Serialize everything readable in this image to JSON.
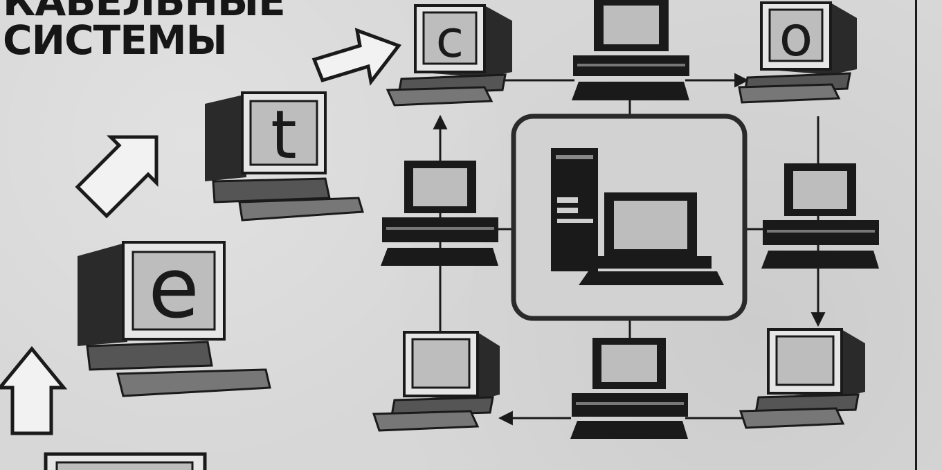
{
  "page": {
    "title_line1": "КАБЕЛЬНЫЕ",
    "title_line2": "СИСТЕМЫ"
  },
  "screen_letters": {
    "c": "c",
    "o": "o",
    "t": "t",
    "e": "e"
  },
  "colors": {
    "ink": "#1a1a1a",
    "screen": "#b9b9b9",
    "paper": "#d7d7d7",
    "arrow_fill": "#f2f2f2"
  }
}
